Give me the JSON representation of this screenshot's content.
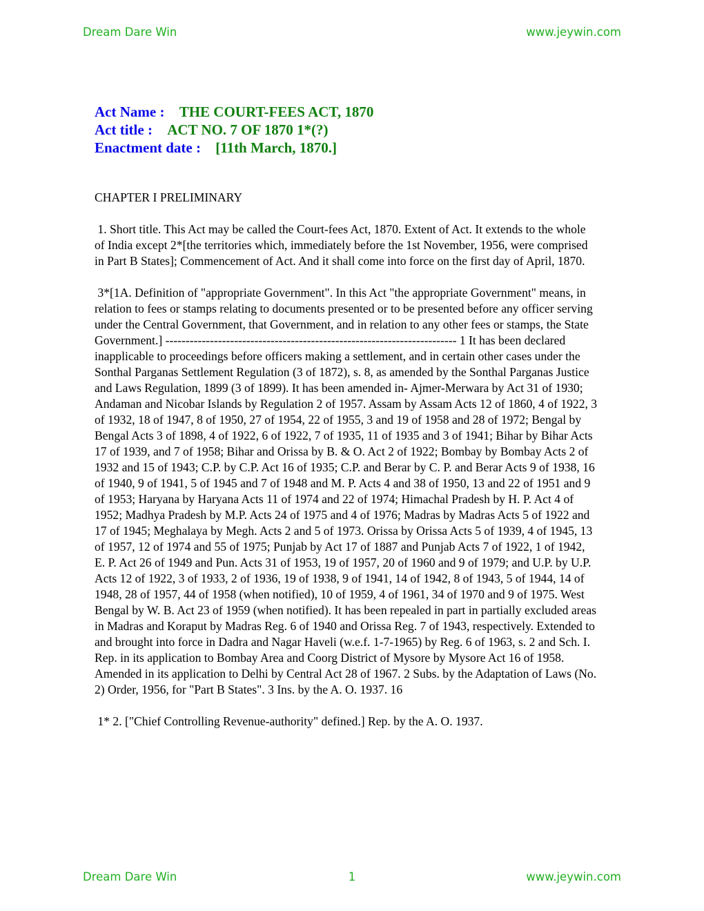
{
  "header": {
    "left": "Dream Dare Win",
    "right": "www.jeywin.com"
  },
  "meta": {
    "act_name_label": "Act Name :",
    "act_name_value": "THE COURT-FEES ACT, 1870",
    "act_title_label": "Act title :",
    "act_title_value": "ACT NO. 7 OF 1870 1*(?)",
    "enactment_label": "Enactment date :",
    "enactment_value": "[11th March, 1870.]"
  },
  "body": {
    "chapter": "CHAPTER I PRELIMINARY",
    "paragraphs": [
      " 1. Short title. This Act may be called the Court-fees Act, 1870. Extent of Act. It extends to the whole of India except 2*[the territories which, immediately before the 1st November, 1956, were comprised in Part B States]; Commencement of Act. And it shall come into force on the first day of April, 1870.",
      " 3*[1A. Definition of \"appropriate Government\". In this Act \"the appropriate Government\" means, in relation to fees or stamps relating to documents presented or to be presented before any officer serving under the Central Government, that Government, and in relation to any other fees or stamps, the State Government.] ------------------------------------------------------------------------ 1 It has been declared inapplicable to proceedings before officers making a settlement, and in certain other cases under the Sonthal Parganas Settlement Regulation (3 of 1872), s. 8, as amended by the Sonthal Parganas Justice and Laws Regulation, 1899 (3 of 1899). It has been amended in- Ajmer-Merwara by Act 31 of 1930; Andaman and Nicobar Islands by Regulation 2 of 1957. Assam by Assam Acts 12 of 1860, 4 of 1922, 3 of 1932, 18 of 1947, 8 of 1950, 27 of 1954, 22 of 1955, 3 and 19 of 1958 and 28 of 1972; Bengal by Bengal Acts 3 of 1898, 4 of 1922, 6 of 1922, 7 of 1935, 11 of 1935 and 3 of 1941; Bihar by Bihar Acts 17 of 1939, and 7 of 1958; Bihar and Orissa by B. & O. Act 2 of 1922; Bombay by Bombay Acts 2 of 1932 and 15 of 1943; C.P. by C.P. Act 16 of 1935; C.P. and Berar by C. P. and Berar Acts 9 of 1938, 16 of 1940, 9 of 1941, 5 of 1945 and 7 of 1948 and M. P. Acts 4 and 38 of 1950, 13 and 22 of 1951 and 9 of 1953; Haryana by Haryana Acts 11 of 1974 and 22 of 1974; Himachal Pradesh by H. P. Act 4 of 1952; Madhya Pradesh by M.P. Acts 24 of 1975 and 4 of 1976; Madras by Madras Acts 5 of 1922 and 17 of 1945; Meghalaya by Megh. Acts 2 and 5 of 1973. Orissa by Orissa Acts 5 of 1939, 4 of 1945, 13 of 1957, 12 of 1974 and 55 of 1975; Punjab by Act 17 of 1887 and Punjab Acts 7 of 1922, 1 of 1942, E. P. Act 26 of 1949 and Pun. Acts 31 of 1953, 19 of 1957, 20 of 1960 and 9 of 1979; and U.P. by U.P. Acts 12 of 1922, 3 of 1933, 2 of 1936, 19 of 1938, 9 of 1941, 14 of 1942, 8 of 1943, 5 of 1944, 14 of 1948, 28 of 1957, 44 of 1958 (when notified), 10 of 1959, 4 of 1961, 34 of 1970 and 9 of 1975. West Bengal by W. B. Act 23 of 1959 (when notified). It has been repealed in part in partially excluded areas in Madras and Koraput by Madras Reg. 6 of 1940 and Orissa Reg. 7 of 1943, respectively. Extended to and brought into force in Dadra and Nagar Haveli (w.e.f. 1-7-1965) by Reg. 6 of 1963, s. 2 and Sch. I. Rep. in its application to Bombay Area and Coorg District of Mysore by Mysore Act 16 of 1958. Amended in its application to Delhi by Central Act 28 of 1967. 2 Subs. by the Adaptation of Laws (No. 2) Order, 1956, for \"Part B States\". 3 Ins. by the A. O. 1937. 16",
      " 1* 2. [\"Chief Controlling Revenue-authority\" defined.] Rep. by the A. O. 1937."
    ]
  },
  "footer": {
    "left": "Dream Dare Win",
    "page_number": "1",
    "right": "www.jeywin.com"
  }
}
